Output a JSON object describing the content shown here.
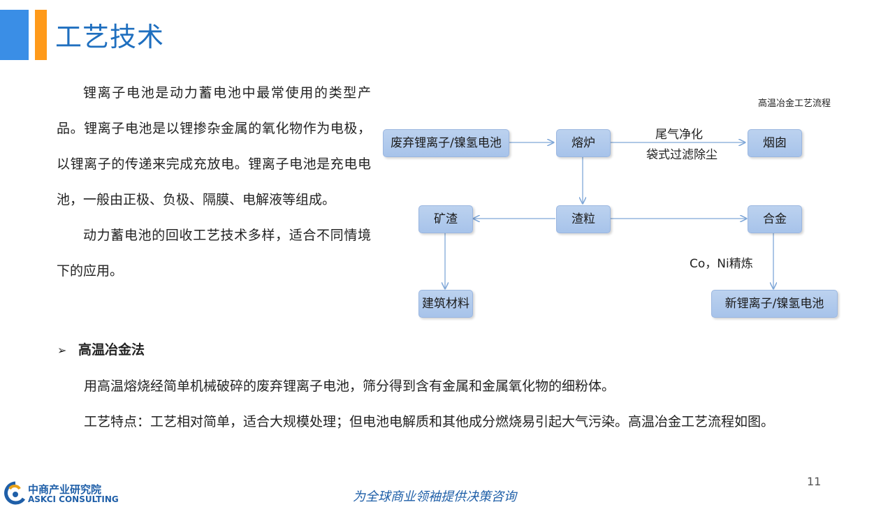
{
  "header": {
    "title": "工艺技术"
  },
  "intro": {
    "paragraphs": [
      "锂离子电池是动力蓄电池中最常使用的类型产品。锂离子电池是以锂掺杂金属的氧化物作为电极，以锂离子的传递来完成充放电。锂离子电池是充电电池，一般由正极、负极、隔膜、电解液等组成。",
      "动力蓄电池的回收工艺技术多样，适合不同情境下的应用。"
    ]
  },
  "section": {
    "heading": "高温冶金法",
    "paragraphs": [
      "用高温熔烧经简单机械破碎的废弃锂离子电池，筛分得到含有金属和金属氧化物的细粉体。",
      "工艺特点：工艺相对简单，适合大规模处理；但电池电解质和其他成分燃烧易引起大气污染。高温冶金工艺流程如图。"
    ]
  },
  "flowchart": {
    "title": "高温冶金工艺流程",
    "nodes": {
      "waste": "废弃锂离子/镍氢电池",
      "furnace": "熔炉",
      "chimney": "烟囱",
      "slag": "渣粒",
      "ore_slag": "矿渣",
      "alloy": "合金",
      "building": "建筑材料",
      "new_battery": "新锂离子/镍氢电池"
    },
    "labels": {
      "exhaust_1": "尾气净化",
      "exhaust_2": "袋式过滤除尘",
      "refine": "Co，Ni精炼"
    },
    "colors": {
      "node_fill": "#a7c3ea",
      "arrow": "#7fa7d8"
    }
  },
  "footer": {
    "logo_cn": "中商产业研究院",
    "logo_en": "ASKCI CONSULTING",
    "slogan": "为全球商业领袖提供决策咨询",
    "page_number": "11"
  }
}
